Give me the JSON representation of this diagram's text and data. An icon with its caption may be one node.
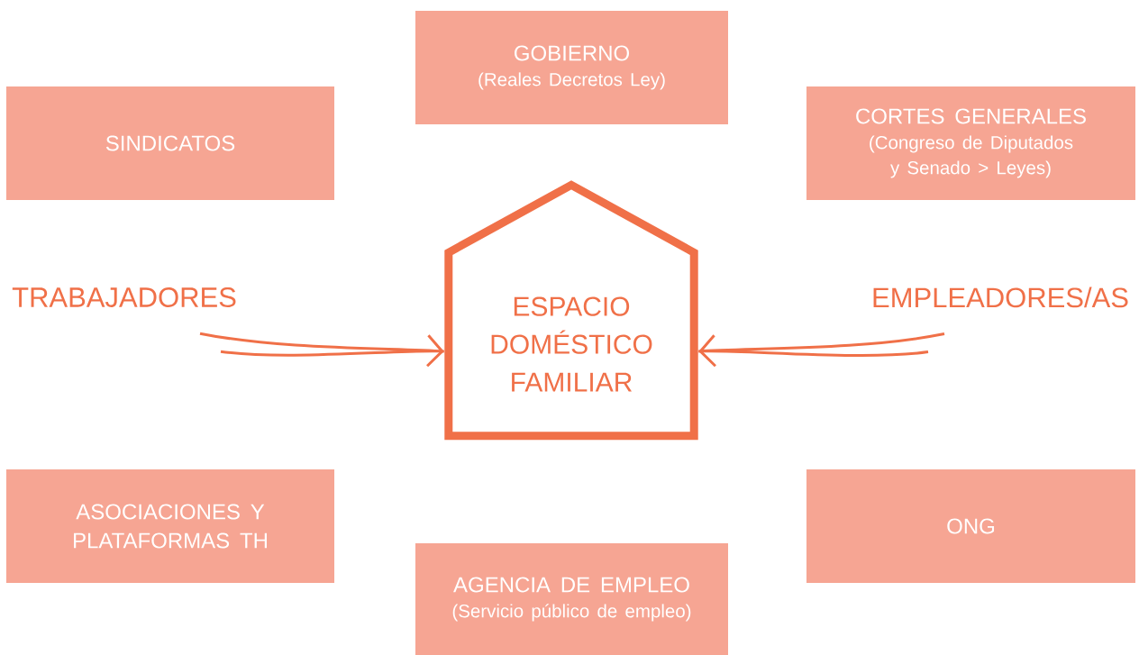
{
  "diagram": {
    "nodes": [
      {
        "text": [
          "GOBIERNO",
          "(Reales Decretos Ley)"
        ]
      },
      {
        "text": [
          "SINDICATOS"
        ]
      },
      {
        "text": [
          "CORTES GENERALES",
          "(Congreso de Diputados y Senado > Leyes)"
        ]
      },
      {
        "text": [
          "TRABAJADORES"
        ]
      },
      {
        "text": [
          "ESPACIO DOMÉSTICO FAMILIAR"
        ]
      },
      {
        "text": [
          "EMPLEADORES/AS"
        ]
      },
      {
        "text": [
          "ASOCIACIONES Y PLATAFORMAS TH"
        ]
      },
      {
        "text": [
          "ONG"
        ]
      },
      {
        "text": [
          "AGENCIA DE EMPLEO",
          "(Servicio público de empleo)"
        ]
      }
    ],
    "edges": [
      {
        "from": 3,
        "to": 4,
        "arrow": "to"
      },
      {
        "from": 5,
        "to": 4,
        "arrow": "to"
      }
    ]
  }
}
